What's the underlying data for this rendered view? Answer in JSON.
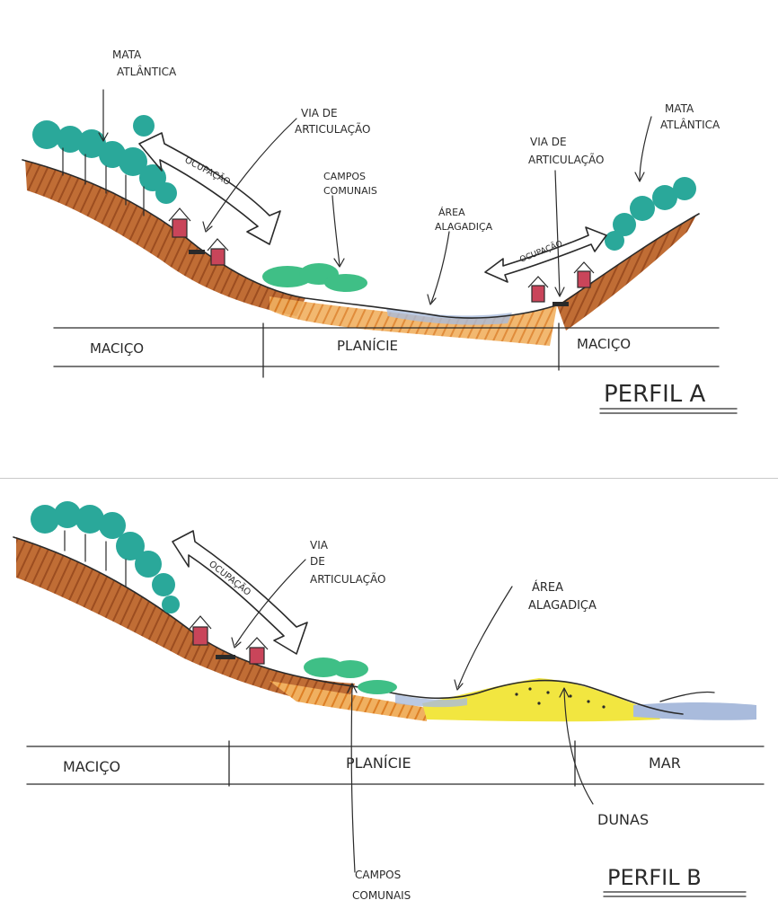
{
  "profile_a": {
    "title": "PERFIL A",
    "labels": {
      "mata_left": [
        "MATA",
        "ATLÂNTICA"
      ],
      "via_left": [
        "VIA DE",
        "ARTICULAÇÃO"
      ],
      "ocupacao_left": "OCUPAÇÃO",
      "campos": [
        "CAMPOS",
        "COMUNAIS"
      ],
      "area": [
        "ÁREA",
        "ALAGADIÇA"
      ],
      "via_right": [
        "VIA DE",
        "ARTICULAÇÃO"
      ],
      "mata_right": [
        "MATA",
        "ATLÂNTICA"
      ],
      "ocupacao_right": "OCUPAÇÃO"
    },
    "zones": [
      "MACIÇO",
      "PLANÍCIE",
      "MACIÇO"
    ]
  },
  "profile_b": {
    "title": "PERFIL B",
    "labels": {
      "via": [
        "VIA",
        "DE",
        "ARTICULAÇÃO"
      ],
      "ocupacao": "OCUPAÇÃO",
      "area": [
        "ÁREA",
        "ALAGADIÇA"
      ],
      "dunas": "DUNAS",
      "campos": [
        "CAMPOS",
        "COMUNAIS"
      ]
    },
    "zones": [
      "MACIÇO",
      "PLANÍCIE",
      "MAR"
    ]
  },
  "colors": {
    "soil": "#b5602b",
    "soil_light": "#e0892e",
    "forest": "#2aa89a",
    "grass": "#3fbf86",
    "water": "#a9bbdc",
    "sand": "#f2e640",
    "house": "#c9455a",
    "ink": "#2a2a2a"
  }
}
